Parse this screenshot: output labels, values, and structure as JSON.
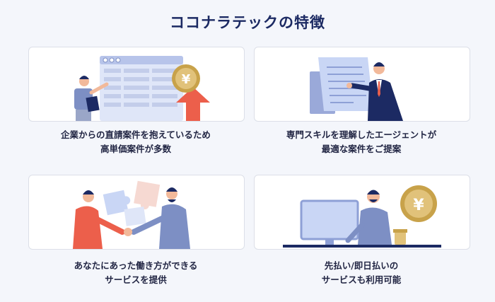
{
  "title": "ココナラテックの特徴",
  "features": [
    {
      "line1": "企業からの直請案件を抱えているため",
      "line2": "高単価案件が多数",
      "illustration": "presentation-yen-arrow-icon"
    },
    {
      "line1": "専門スキルを理解したエージェントが",
      "line2": "最適な案件をご提案",
      "illustration": "agent-document-icon"
    },
    {
      "line1": "あなたにあった働き方ができる",
      "line2": "サービスを提供",
      "illustration": "puzzle-handshake-icon"
    },
    {
      "line1": "先払い/即日払いの",
      "line2": "サービスも利用可能",
      "illustration": "computer-yen-coin-icon"
    }
  ],
  "coin_symbol": "¥",
  "colors": {
    "navy": "#1c2a63",
    "accent_red": "#ec5f4b",
    "gold": "#c8a24a",
    "blue_gray": "#7d8fc4",
    "light_blue": "#c9d6f5"
  }
}
